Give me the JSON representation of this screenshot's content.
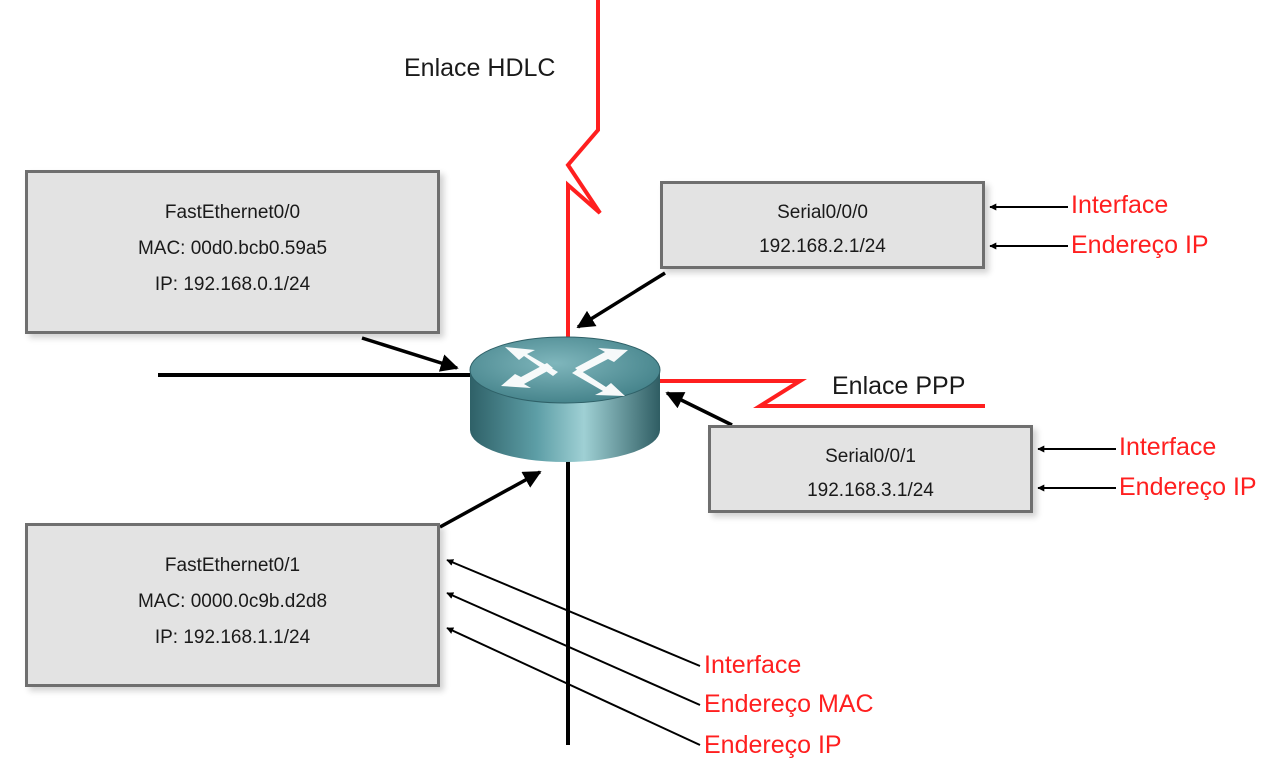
{
  "links": {
    "hdlc_label": "Enlace HDLC",
    "ppp_label": "Enlace PPP"
  },
  "interfaces": {
    "fastethernet0_0": {
      "name": "FastEthernet0/0",
      "mac": "MAC: 00d0.bcb0.59a5",
      "ip": "IP: 192.168.0.1/24"
    },
    "fastethernet0_1": {
      "name": "FastEthernet0/1",
      "mac": "MAC: 0000.0c9b.d2d8",
      "ip": "IP: 192.168.1.1/24"
    },
    "serial0_0_0": {
      "name": "Serial0/0/0",
      "ip": "192.168.2.1/24"
    },
    "serial0_0_1": {
      "name": "Serial0/0/1",
      "ip": "192.168.3.1/24"
    }
  },
  "callouts": {
    "serial0_0_0": {
      "interface": "Interface",
      "ip": "Endereço IP"
    },
    "serial0_0_1": {
      "interface": "Interface",
      "ip": "Endereço IP"
    },
    "fastethernet0_1": {
      "interface": "Interface",
      "mac": "Endereço MAC",
      "ip": "Endereço IP"
    }
  },
  "icons": {
    "router": "router-icon"
  },
  "colors": {
    "serial_link": "#ff1f1f",
    "ethernet_link": "#000000",
    "callout_text": "#ff1f1f",
    "box_fill": "#e3e3e3",
    "box_border": "#6f6f6f",
    "router_body": "#3f7f86"
  }
}
